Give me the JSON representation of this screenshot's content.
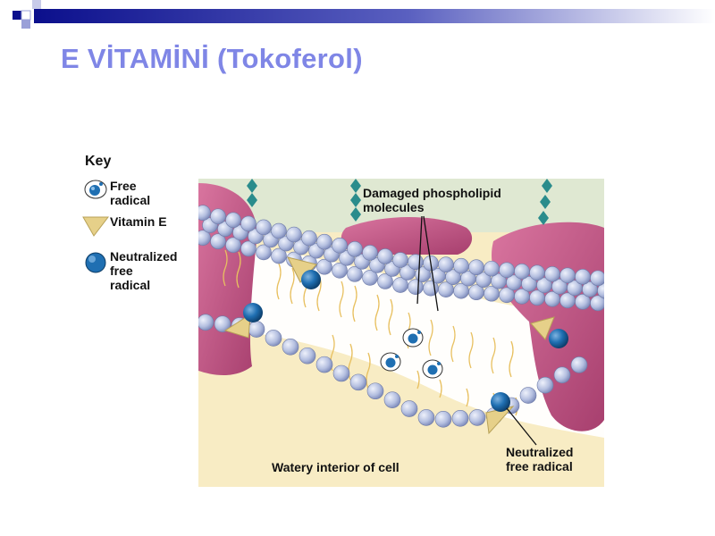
{
  "slide": {
    "title": "E VİTAMİNİ (Tokoferol)"
  },
  "key": {
    "heading": "Key",
    "items": [
      {
        "label": "Free\nradical",
        "icon": "free-radical-icon"
      },
      {
        "label": "Vitamin E",
        "icon": "vitamin-e-icon"
      },
      {
        "label": "Neutralized\nfree\nradical",
        "icon": "neutralized-free-radical-icon"
      }
    ]
  },
  "diagram": {
    "labels": {
      "damaged": "Damaged phospholipid\nmolecules",
      "interior": "Watery interior of cell",
      "neutralized": "Neutralized\nfree radical"
    }
  },
  "colors": {
    "title": "#7f86e6",
    "topbar_dark": "#0b0f8c",
    "exterior": "#dfe8d2",
    "interior": "#f8ecc4",
    "protein": "#c25786",
    "phospholipid_head": "#b9c4e4",
    "tail": "#e8c060",
    "vitamin_e": "#e6d089",
    "radical": "#1b6aa8"
  }
}
